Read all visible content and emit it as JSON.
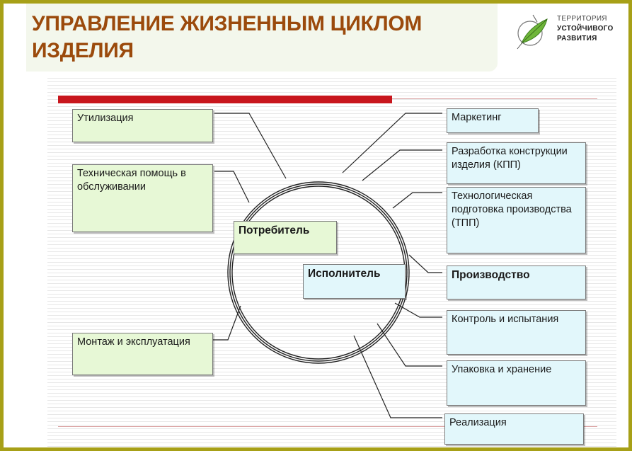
{
  "header": {
    "title_line1": "УПРАВЛЕНИЕ ЖИЗНЕННЫМ ЦИКЛОМ",
    "title_line2": "ИЗДЕЛИЯ"
  },
  "logo": {
    "line1": "ТЕРРИТОРИЯ",
    "line2": "УСТОЙЧИВОГО",
    "line3": "РАЗВИТИЯ",
    "icon": "leaf-circle-icon"
  },
  "diagram": {
    "center": {
      "consumer": "Потребитель",
      "executor": "Исполнитель"
    },
    "left_boxes": [
      "Утилизация",
      "Техническая помощь в обслуживании",
      "Монтаж и эксплуатация"
    ],
    "right_boxes": [
      "Маркетинг",
      "Разработка конструкции изделия (КПП)",
      "Технологическая подготовка производства (ТПП)",
      "Производство",
      "Контроль и испытания",
      "Упаковка и хранение",
      "Реализация"
    ]
  },
  "colors": {
    "frame_border": "#a7a017",
    "title_text": "#9b4a0c",
    "accent_bar": "#c8161d",
    "consumer_fill": "#e7f8d6",
    "executor_fill": "#e2f7fb"
  }
}
